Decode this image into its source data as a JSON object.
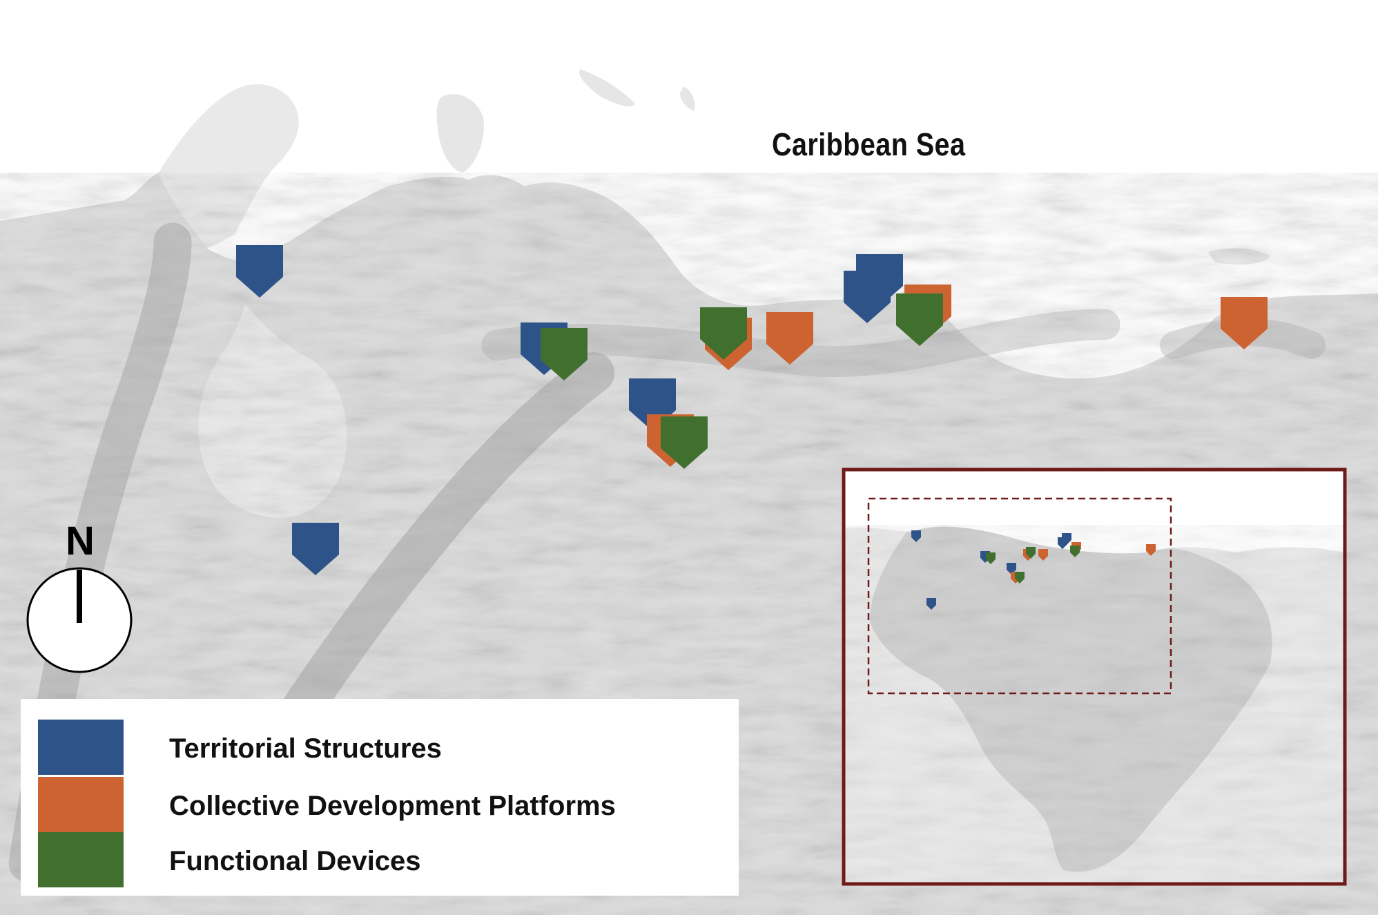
{
  "map": {
    "sea_label": "Caribbean Sea",
    "north_label": "N",
    "colors": {
      "territorial": "#2e5389",
      "collective": "#cc6331",
      "functional": "#41702e",
      "inset_frame": "#6e1a1a",
      "land": "#d8d8d8",
      "sea": "#ffffff"
    }
  },
  "legend": {
    "items": [
      {
        "label": "Territorial Structures",
        "color": "#2e5389"
      },
      {
        "label": "Collective Development Platforms",
        "color": "#cc6331"
      },
      {
        "label": "Functional Devices",
        "color": "#41702e"
      }
    ]
  }
}
